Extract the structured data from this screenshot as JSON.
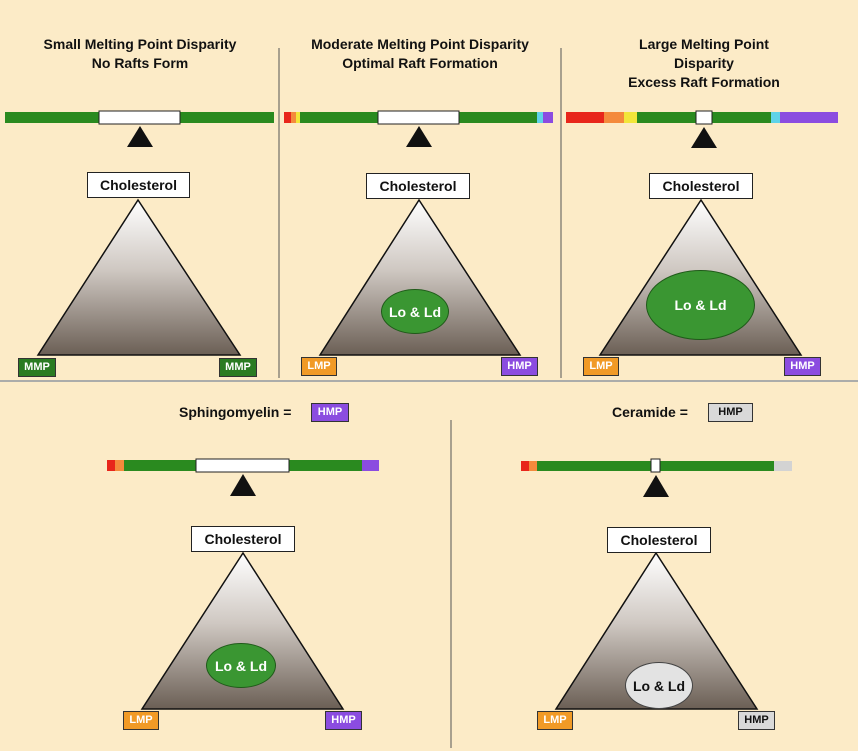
{
  "panels": [
    {
      "title": [
        "Small Melting Point Disparity",
        "No Rafts Form"
      ],
      "cholesterol": "Cholesterol",
      "left_label": "MMP",
      "left_style": "mmp",
      "right_label": "MMP",
      "right_style": "mmp",
      "raft": null
    },
    {
      "title": [
        "Moderate Melting Point Disparity",
        "Optimal Raft Formation"
      ],
      "cholesterol": "Cholesterol",
      "left_label": "LMP",
      "left_style": "lmp",
      "right_label": "HMP",
      "right_style": "hmp",
      "raft": {
        "label": "Lo & Ld",
        "style": "green"
      }
    },
    {
      "title": [
        "Large Melting Point",
        "Disparity",
        "Excess Raft Formation"
      ],
      "cholesterol": "Cholesterol",
      "left_label": "LMP",
      "left_style": "lmp",
      "right_label": "HMP",
      "right_style": "hmp",
      "raft": {
        "label": "Lo & Ld",
        "style": "green"
      }
    },
    {
      "equation": {
        "text": "Sphingomyelin =",
        "badge": "HMP",
        "badge_style": "hmp"
      },
      "cholesterol": "Cholesterol",
      "left_label": "LMP",
      "left_style": "lmp",
      "right_label": "HMP",
      "right_style": "hmp",
      "raft": {
        "label": "Lo & Ld",
        "style": "green"
      }
    },
    {
      "equation": {
        "text": "Ceramide =",
        "badge": "HMP",
        "badge_style": "hmpg"
      },
      "cholesterol": "Cholesterol",
      "left_label": "LMP",
      "left_style": "lmp",
      "right_label": "HMP",
      "right_style": "hmpg",
      "raft": {
        "label": "Lo & Ld",
        "style": "gray"
      }
    }
  ],
  "colors": {
    "background": "#fcebc7",
    "green": "#2a8a1f",
    "red": "#e8261b",
    "orange": "#f48a3c",
    "yellow": "#f2e63a",
    "cyan": "#5fd3e8",
    "purple": "#8b4ce0",
    "gray": "#d3d3d3",
    "divider": "#555555"
  }
}
